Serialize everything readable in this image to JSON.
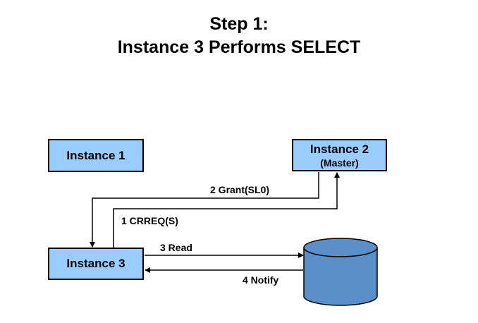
{
  "title": {
    "line1": "Step 1:",
    "line2": "Instance 3 Performs SELECT"
  },
  "nodes": {
    "instance1": {
      "label": "Instance 1"
    },
    "instance2": {
      "label": "Instance 2",
      "sublabel": "(Master)"
    },
    "instance3": {
      "label": "Instance 3"
    },
    "database": {
      "shape": "cylinder"
    }
  },
  "messages": {
    "grant": "2 Grant(SL0)",
    "crreq": "1 CRREQ(S)",
    "read": "3 Read",
    "notify": "4 Notify"
  },
  "colors": {
    "box_fill": "#99ccff",
    "cylinder_fill": "#5b8fc9",
    "line": "#000000"
  }
}
